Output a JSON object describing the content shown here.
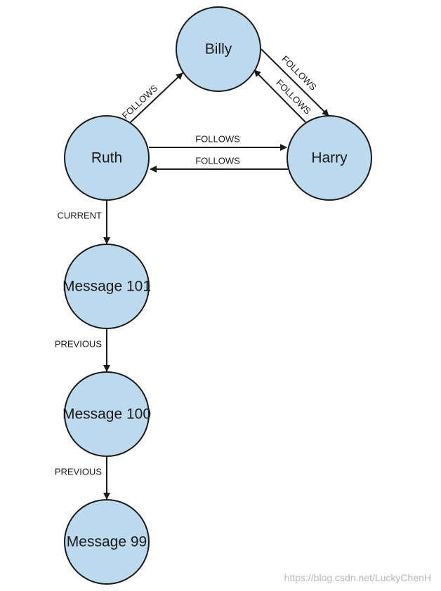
{
  "nodes": {
    "billy": "Billy",
    "ruth": "Ruth",
    "harry": "Harry",
    "msg101": "Message 101",
    "msg100": "Message 100",
    "msg99": "Message 99"
  },
  "edges": {
    "ruth_billy": "FOLLOWS",
    "billy_harry": "FOLLOWS",
    "harry_billy": "FOLLOWS",
    "ruth_harry": "FOLLOWS",
    "harry_ruth": "FOLLOWS",
    "ruth_msg101": "CURRENT",
    "msg101_msg100": "PREVIOUS",
    "msg100_msg99": "PREVIOUS"
  },
  "colors": {
    "node_fill": "#bcd9ee",
    "stroke": "#1a1a1a"
  },
  "watermark": "https://blog.csdn.net/LuckyChenH"
}
